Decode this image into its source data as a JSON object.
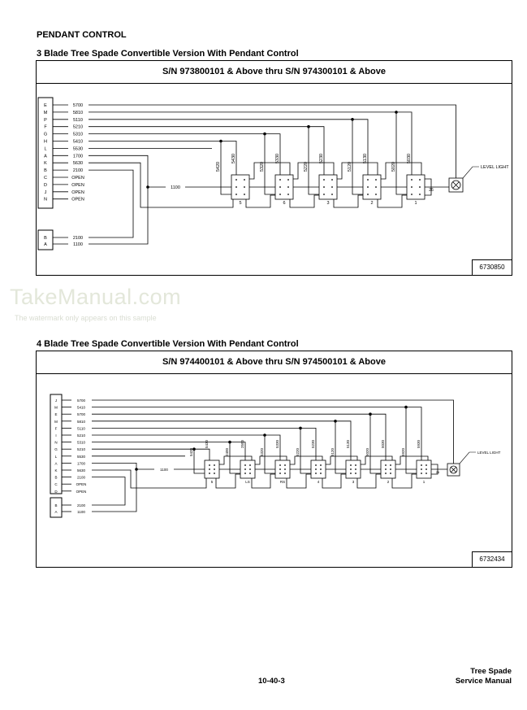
{
  "page": {
    "section_title": "PENDANT CONTROL",
    "page_number": "10-40-3",
    "footer_line1": "Tree Spade",
    "footer_line2": "Service Manual"
  },
  "watermark": {
    "brand": "TakeManual.com",
    "note": "The watermark only appears on this sample"
  },
  "diagrams": [
    {
      "title": "3 Blade Tree Spade Convertible Version With Pendant Control",
      "serial_range": "S/N 973800101 & Above thru S/N 974300101 & Above",
      "part_number": "6730850",
      "connector_pins": [
        "E",
        "M",
        "P",
        "F",
        "G",
        "H",
        "L",
        "A",
        "K",
        "B",
        "C",
        "D",
        "J",
        "N"
      ],
      "wire_labels": [
        "5700",
        "5810",
        "5110",
        "5210",
        "5310",
        "5410",
        "5530",
        "1700",
        "5630",
        "2100",
        "OPEN",
        "OPEN",
        "OPEN",
        "OPEN"
      ],
      "aux_pins": [
        "B",
        "A"
      ],
      "aux_wires": [
        "2100",
        "1100"
      ],
      "bus_label": "1100",
      "switch_labels": [
        "5",
        "6",
        "3",
        "2",
        "1"
      ],
      "switch_wires": [
        [
          "5420",
          "5430"
        ],
        [
          "5320",
          "5330"
        ],
        [
          "5220",
          "5230"
        ],
        [
          "5120",
          "5130"
        ],
        [
          "5020",
          "5030"
        ]
      ],
      "ground_label": "26",
      "lamp_label": "LEVEL LIGHT"
    },
    {
      "title": "4 Blade Tree Spade Convertible Version With Pendant Control",
      "serial_range": "S/N 974400101 & Above thru S/N 974500101 & Above",
      "part_number": "6732434",
      "connector_pins": [
        "J",
        "M",
        "E",
        "M",
        "F",
        "I",
        "N",
        "G",
        "L",
        "A",
        "K",
        "B",
        "C",
        "D"
      ],
      "wire_labels": [
        "5700",
        "5410",
        "5700",
        "5810",
        "5110",
        "5210",
        "5310",
        "5210",
        "5530",
        "1700",
        "5630",
        "2100",
        "OPEN",
        "OPEN"
      ],
      "aux_pins": [
        "B",
        "A"
      ],
      "aux_wires": [
        "2100",
        "1100"
      ],
      "bus_label": "1100",
      "switch_labels": [
        "5",
        "LS",
        "RS",
        "4",
        "3",
        "2",
        "1"
      ],
      "switch_wires": [
        [
          "5420",
          "5430"
        ],
        [
          "2400",
          "2500"
        ],
        [
          "5320",
          "5330"
        ],
        [
          "5220",
          "5230"
        ],
        [
          "5120",
          "5130"
        ],
        [
          "5020",
          "5030"
        ],
        [
          "5920",
          "5930"
        ]
      ],
      "ground_label": "26",
      "lamp_label": "LEVEL LIGHT"
    }
  ]
}
